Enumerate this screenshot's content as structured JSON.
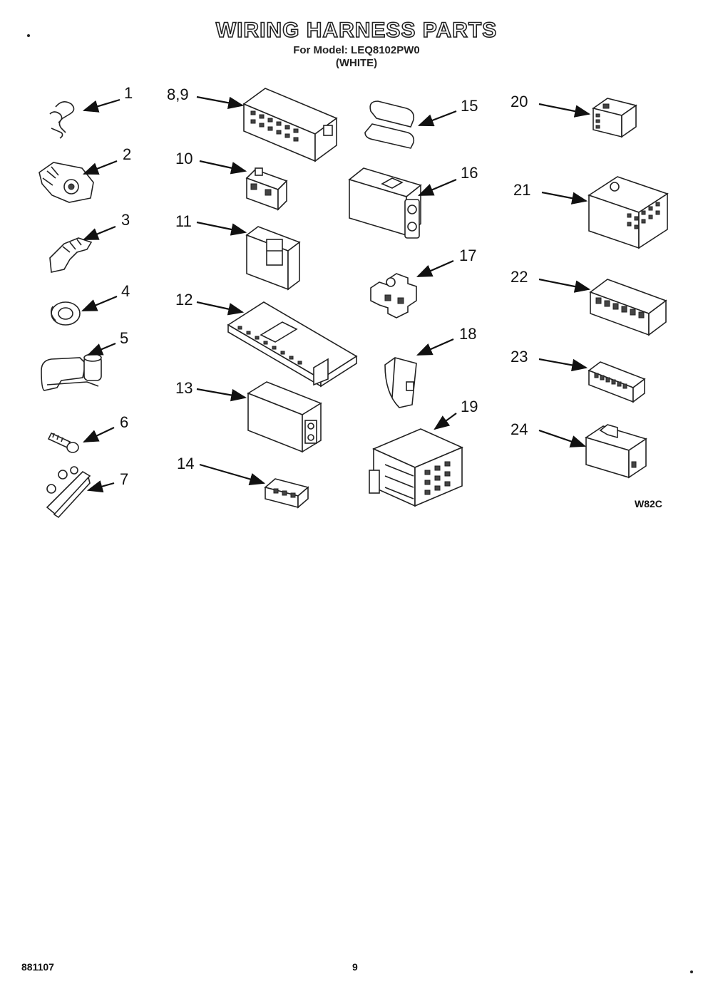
{
  "header": {
    "title": "WIRING HARNESS PARTS",
    "model_line": "For Model: LEQ8102PW0",
    "color_line": "(WHITE)"
  },
  "diagram": {
    "labels": [
      "1",
      "2",
      "3",
      "4",
      "5",
      "6",
      "7",
      "8,9",
      "10",
      "11",
      "12",
      "13",
      "14",
      "15",
      "16",
      "17",
      "18",
      "19",
      "20",
      "21",
      "22",
      "23",
      "24"
    ],
    "figure_code": "W82C"
  },
  "footer": {
    "doc_number": "881107",
    "page_number": "9"
  }
}
